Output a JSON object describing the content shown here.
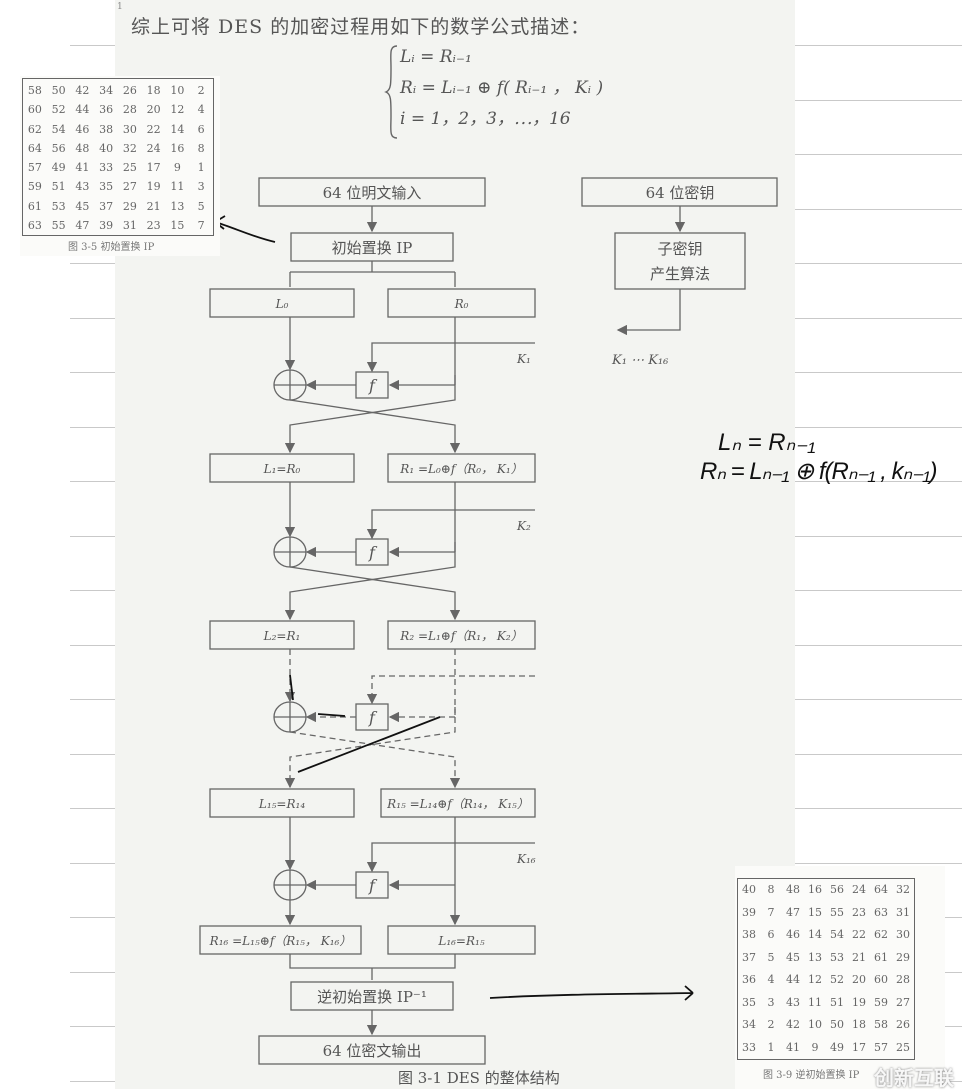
{
  "page_number": "1",
  "intro": "综上可将 DES 的加密过程用如下的数学公式描述：",
  "formula": [
    "Lᵢ = Rᵢ₋₁",
    "Rᵢ = Lᵢ₋₁ ⊕ f( Rᵢ₋₁ ， Kᵢ )",
    "i = 1，2，3，⋯，16"
  ],
  "diagram": {
    "input": "64 位明文输入",
    "ip": "初始置换 IP",
    "key": "64 位密钥",
    "subkey_line1": "子密钥",
    "subkey_line2": "产生算法",
    "subkeys": "K₁  ⋯  K₁₆",
    "f": "f",
    "rounds": [
      {
        "left": "L₀",
        "right": "R₀",
        "key": "K₁"
      },
      {
        "left": "L₁=R₀",
        "right": "R₁ =L₀⊕f（R₀， K₁）",
        "key": "K₂"
      },
      {
        "left": "L₂=R₁",
        "right": "R₂ =L₁⊕f（R₁， K₂）",
        "key": ""
      },
      {
        "left": "L₁₅=R₁₄",
        "right": "R₁₅ =L₁₄⊕f（R₁₄， K₁₅）",
        "key": "K₁₆"
      },
      {
        "left": "R₁₆ =L₁₅⊕f（R₁₅， K₁₆）",
        "right": "L₁₆=R₁₅",
        "key": ""
      }
    ],
    "ip_inv": "逆初始置换 IP⁻¹",
    "output": "64 位密文输出",
    "caption": "图 3-1   DES 的整体结构"
  },
  "ip_table": {
    "caption": "图 3-5   初始置换 IP",
    "rows": [
      [
        58,
        50,
        42,
        34,
        26,
        18,
        10,
        2
      ],
      [
        60,
        52,
        44,
        36,
        28,
        20,
        12,
        4
      ],
      [
        62,
        54,
        46,
        38,
        30,
        22,
        14,
        6
      ],
      [
        64,
        56,
        48,
        40,
        32,
        24,
        16,
        8
      ],
      [
        57,
        49,
        41,
        33,
        25,
        17,
        9,
        1
      ],
      [
        59,
        51,
        43,
        35,
        27,
        19,
        11,
        3
      ],
      [
        61,
        53,
        45,
        37,
        29,
        21,
        13,
        5
      ],
      [
        63,
        55,
        47,
        39,
        31,
        23,
        15,
        7
      ]
    ]
  },
  "ip_inv_table": {
    "caption": "图 3-9   逆初始置换 IP",
    "rows": [
      [
        40,
        8,
        48,
        16,
        56,
        24,
        64,
        32
      ],
      [
        39,
        7,
        47,
        15,
        55,
        23,
        63,
        31
      ],
      [
        38,
        6,
        46,
        14,
        54,
        22,
        62,
        30
      ],
      [
        37,
        5,
        45,
        13,
        53,
        21,
        61,
        29
      ],
      [
        36,
        4,
        44,
        12,
        52,
        20,
        60,
        28
      ],
      [
        35,
        3,
        43,
        11,
        51,
        19,
        59,
        27
      ],
      [
        34,
        2,
        42,
        10,
        50,
        18,
        58,
        26
      ],
      [
        33,
        1,
        41,
        9,
        49,
        17,
        57,
        25
      ]
    ]
  },
  "handwritten": {
    "line1": "Lₙ = Rₙ₋₁",
    "line2": "Rₙ = Lₙ₋₁ ⊕ f(Rₙ₋₁ , kₙ₋₁)"
  },
  "watermark": "创新互联"
}
